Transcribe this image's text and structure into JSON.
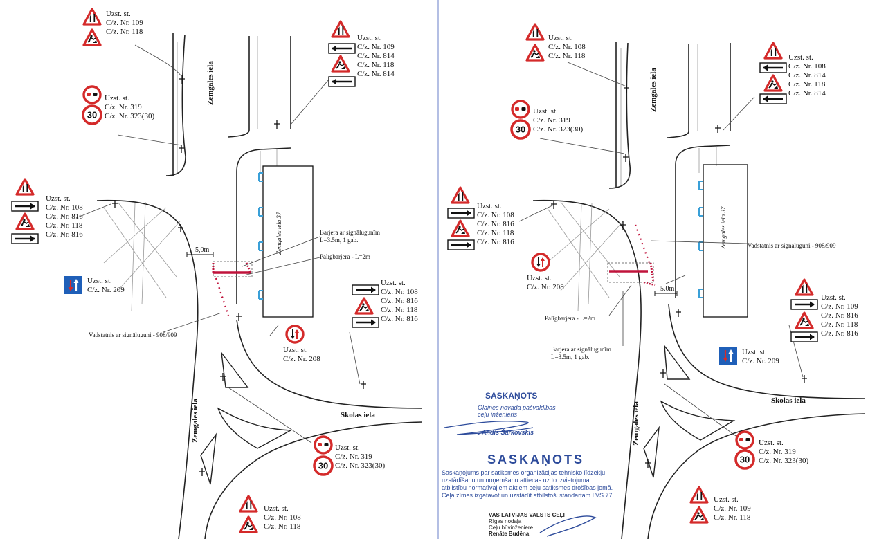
{
  "left_plan": {
    "road_names": {
      "zemgales_top": "Zemgales iela",
      "zemgales_bottom": "Zemgales iela",
      "skolas": "Skolas iela"
    },
    "building_label": "Zemgales iela 37",
    "distance": "5,0m",
    "notes": {
      "barjera_title": "Barjera ar signālugunīm",
      "barjera_detail": "L=3.5m, 1 gab.",
      "paligbarjera": "Palīgbarjera - L=2m",
      "vadstatnis": "Vadstatnis ar signāluguni - 908/909"
    },
    "sign_groups": {
      "top_left": {
        "lines": [
          "Uzst. st.",
          "C/z. Nr. 109",
          "C/z. Nr. 118"
        ]
      },
      "top_mid": {
        "lines": [
          "Uzst. st.",
          "C/z. Nr. 319",
          "C/z. Nr. 323(30)"
        ]
      },
      "top_right": {
        "lines": [
          "Uzst. st.",
          "C/z. Nr. 109",
          "C/z. Nr. 814",
          "C/z. Nr. 118",
          "C/z. Nr. 814"
        ]
      },
      "left": {
        "lines": [
          "Uzst. st.",
          "C/z. Nr. 108",
          "C/z. Nr. 816",
          "C/z. Nr. 118",
          "C/z. Nr. 816"
        ]
      },
      "blue": {
        "lines": [
          "Uzst. st.",
          "C/z. Nr. 209"
        ]
      },
      "right": {
        "lines": [
          "Uzst. st.",
          "C/z. Nr. 108",
          "C/z. Nr. 816",
          "C/z. Nr. 118",
          "C/z. Nr. 816"
        ]
      },
      "priority": {
        "lines": [
          "Uzst. st.",
          "C/z. Nr. 208"
        ]
      },
      "bottom_mid": {
        "lines": [
          "Uzst. st.",
          "C/z. Nr. 319",
          "C/z. Nr. 323(30)"
        ]
      },
      "bottom": {
        "lines": [
          "Uzst. st.",
          "C/z. Nr. 108",
          "C/z. Nr. 118"
        ]
      }
    }
  },
  "right_plan": {
    "road_names": {
      "zemgales_top": "Zemgales iela",
      "zemgales_bottom": "Zemgales iela",
      "skolas": "Skolas iela"
    },
    "building_label": "Zemgales iela 37",
    "distance": "5.0m",
    "notes": {
      "vadstatnis": "Vadstatnis ar signāluguni - 908/909",
      "paligbarjera": "Palīgbarjera - L=2m",
      "barjera_title": "Barjera ar signālugunīm",
      "barjera_detail": "L=3.5m, 1 gab."
    },
    "sign_groups": {
      "top_left": {
        "lines": [
          "Uzst. st.",
          "C/z. Nr. 108",
          "C/z. Nr. 118"
        ]
      },
      "top_mid": {
        "lines": [
          "Uzst. st.",
          "C/z. Nr. 319",
          "C/z. Nr. 323(30)"
        ]
      },
      "top_right": {
        "lines": [
          "Uzst. st.",
          "C/z. Nr. 108",
          "C/z. Nr. 814",
          "C/z. Nr. 118",
          "C/z. Nr. 814"
        ]
      },
      "left": {
        "lines": [
          "Uzst. st.",
          "C/z. Nr. 108",
          "C/z. Nr. 816",
          "C/z. Nr. 118",
          "C/z. Nr. 816"
        ]
      },
      "priority": {
        "lines": [
          "Uzst. st.",
          "C/z. Nr. 208"
        ]
      },
      "right": {
        "lines": [
          "Uzst. st.",
          "C/z. Nr. 109",
          "C/z. Nr. 816",
          "C/z. Nr. 118",
          "C/z. Nr. 816"
        ]
      },
      "blue": {
        "lines": [
          "Uzst. st.",
          "C/z. Nr. 209"
        ]
      },
      "bottom_mid": {
        "lines": [
          "Uzst. st.",
          "C/z. Nr. 319",
          "C/z. Nr. 323(30)"
        ]
      },
      "bottom": {
        "lines": [
          "Uzst. st.",
          "C/z. Nr. 109",
          "C/z. Nr. 118"
        ]
      }
    }
  },
  "stamps": {
    "municipal": {
      "title": "SASKAŅOTS",
      "org": "Olaines novada pašvaldības",
      "role": "ceļu inženieris",
      "name": "Andis Šarkovskis"
    },
    "lvc": {
      "title": "SASKAŅOTS",
      "lines": [
        "Saskaņojums par satiksmes organizācijas tehnisko līdzekļu",
        "uzstādīšanu un noņemšanu attiecas uz to izvietojuma",
        "atbilstību normatīvajiem aktiem ceļu satiksmes drošības jomā.",
        "Ceļa zīmes izgatavot un uzstādīt atbilstoši standartam LVS 77."
      ],
      "company": "VAS LATVIJAS VALSTS CEĻI",
      "department": "Rīgas nodaļa",
      "role": "Ceļu būvinženiere",
      "name": "Renāte Budēna"
    }
  },
  "colors": {
    "sign_red": "#d42a2a",
    "info_blue": "#1f5fb8",
    "stamp_blue": "#2d4b9b",
    "building_blue": "#3aa0d8",
    "barrier_red": "#c0143c"
  },
  "icons": [
    "road-narrowing-sign-icon",
    "road-works-sign-icon",
    "arrow-plate-icon",
    "no-overtaking-sign-icon",
    "speed-limit-30-sign-icon",
    "priority-oncoming-sign-icon",
    "priority-over-oncoming-sign-icon",
    "signal-barrier-icon",
    "guide-post-icon"
  ]
}
